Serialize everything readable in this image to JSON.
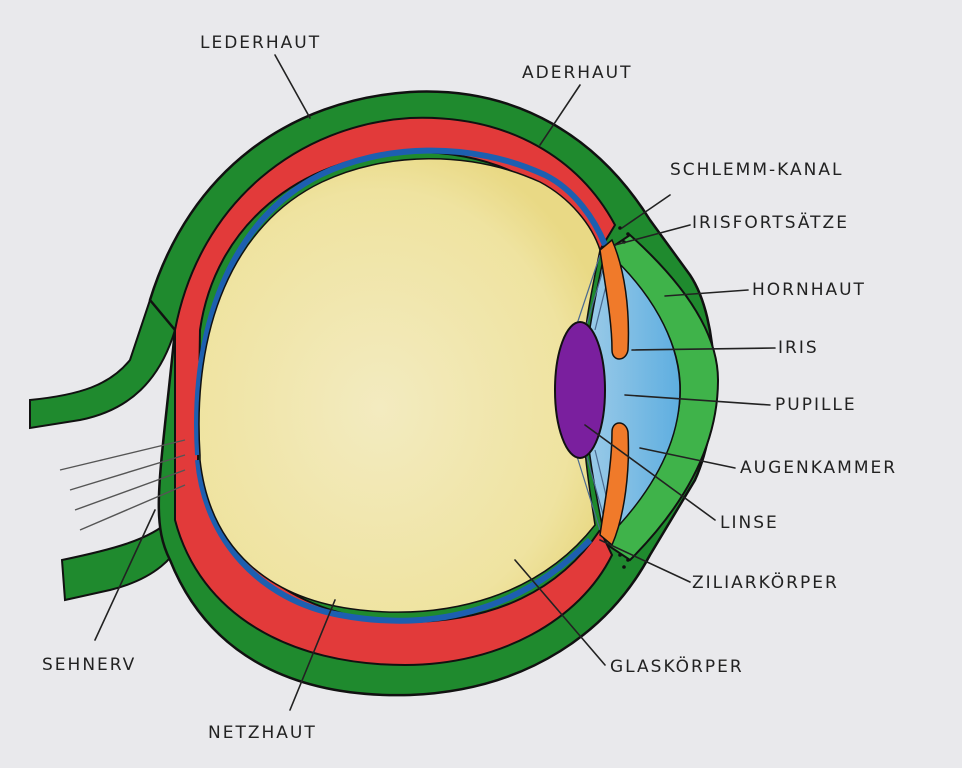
{
  "colors": {
    "paper": "#e9e9ec",
    "sclera": "#1f8a2e",
    "sclera_light": "#3fb34a",
    "choroid": "#e23a3a",
    "retina": "#1d5fb0",
    "vitreous": "#f1e6a8",
    "aqueous": "#7cc0e8",
    "iris": "#f07a2a",
    "lens": "#7a1f9e",
    "nerve_line": "#555555",
    "outline": "#111111"
  },
  "labels": {
    "lederhaut": "LEDERHAUT",
    "aderhaut": "ADERHAUT",
    "schlemm_kanal": "SCHLEMM-KANAL",
    "irisfortsaetze": "IRISFORTSÄTZE",
    "hornhaut": "HORNHAUT",
    "iris": "IRIS",
    "pupille": "PUPILLE",
    "augenkammer": "AUGENKAMMER",
    "linse": "LINSE",
    "ziliarkoerper": "ZILIARKÖRPER",
    "glaskoerper": "GLASKÖRPER",
    "sehnerv": "SEHNERV",
    "netzhaut": "NETZHAUT"
  }
}
